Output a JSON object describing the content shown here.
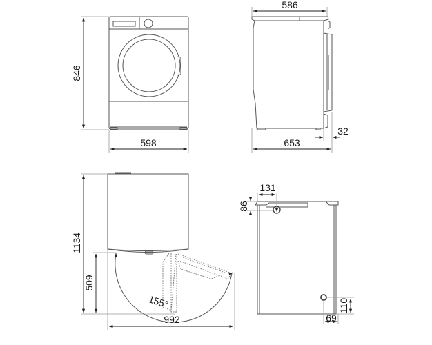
{
  "diagram": {
    "subject": "washing machine dimensions",
    "units": "mm",
    "views": [
      {
        "name": "front view",
        "dimensions": {
          "height": "846",
          "width": "598"
        }
      },
      {
        "name": "side view",
        "dimensions": {
          "depth_body": "586",
          "depth_total": "653",
          "door_protrusion": "32"
        }
      },
      {
        "name": "top view door open",
        "dimensions": {
          "total_depth_open": "1134",
          "door_radius": "509",
          "total_width_open": "992",
          "door_angle": "155°"
        }
      },
      {
        "name": "rear view connections",
        "dimensions": {
          "inlet_horizontal": "131",
          "inlet_vertical": "86",
          "drain_vertical": "110",
          "drain_horizontal": "69"
        }
      }
    ]
  },
  "colors": {
    "line": "#555555",
    "dimension": "#222222",
    "extension": "#9a9a9a",
    "text": "#1a1a1a"
  }
}
